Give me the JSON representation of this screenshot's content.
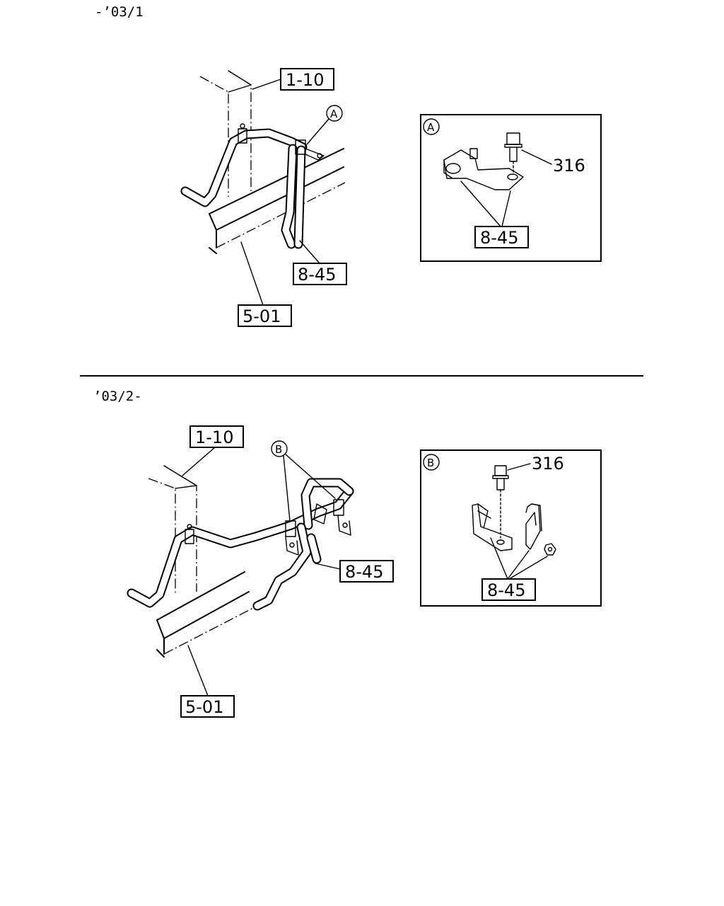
{
  "sections": [
    {
      "date_label": "-’03/1",
      "callouts": {
        "body": "1-10",
        "hose": "8-45",
        "frame": "5-01"
      },
      "detail": {
        "marker": "A",
        "bolt": "316",
        "part": "8-45"
      }
    },
    {
      "date_label": "’03/2-",
      "callouts": {
        "body": "1-10",
        "hose": "8-45",
        "frame": "5-01"
      },
      "detail": {
        "marker": "B",
        "bolt": "316",
        "part": "8-45"
      }
    }
  ]
}
